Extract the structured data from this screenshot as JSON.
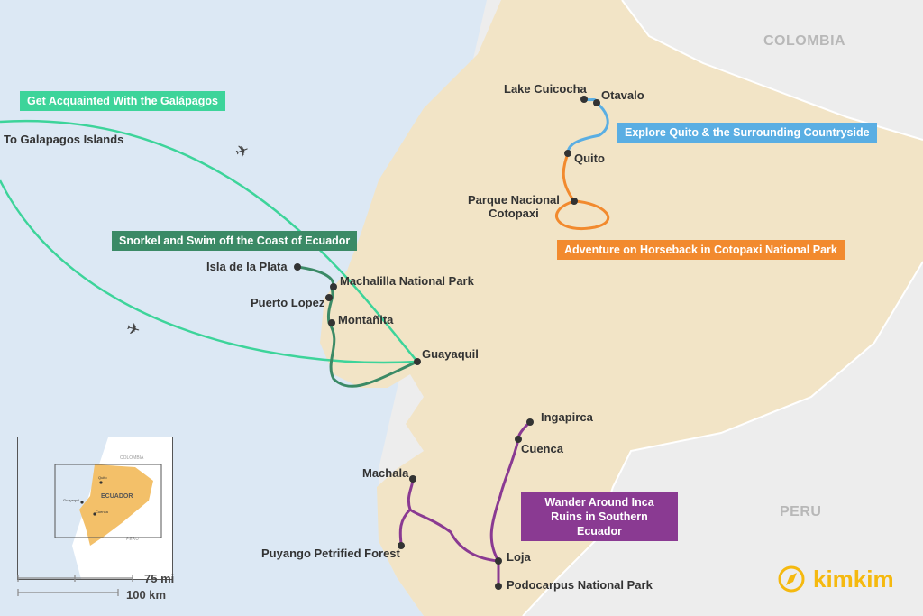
{
  "countries": {
    "colombia": "COLOMBIA",
    "peru": "PERU"
  },
  "places": {
    "lake_cuicocha": "Lake Cuicocha",
    "otavalo": "Otavalo",
    "quito": "Quito",
    "cotopaxi": "Parque Nacional\nCotopaxi",
    "galapagos": "To Galapagos Islands",
    "isla_plata": "Isla de la Plata",
    "machalilla": "Machalilla National Park",
    "puerto_lopez": "Puerto Lopez",
    "montanita": "Montañita",
    "guayaquil": "Guayaquil",
    "ingapirca": "Ingapirca",
    "cuenca": "Cuenca",
    "machala": "Machala",
    "puyango": "Puyango Petrified Forest",
    "loja": "Loja",
    "podocarpus": "Podocarpus National Park"
  },
  "routes": [
    {
      "label": "Get Acquainted With the Galápagos",
      "color": "#3dd49a"
    },
    {
      "label": "Snorkel and Swim off the Coast of Ecuador",
      "color": "#3b8a66"
    },
    {
      "label": "Explore Quito & the Surrounding Countryside",
      "color": "#5aaee3"
    },
    {
      "label": "Adventure on Horseback in Cotopaxi National Park",
      "color": "#f28a2e"
    },
    {
      "label": "Wander Around Inca Ruins in Southern Ecuador",
      "color": "#8a3a92"
    }
  ],
  "inset": {
    "colombia": "COLOMBIA",
    "peru": "PERU",
    "country": "ECUADOR",
    "quito": "Quito",
    "guayaquil": "Guayaquil",
    "cuenca": "Cuenca"
  },
  "scale": {
    "mi": "75 mi",
    "km": "100 km"
  },
  "logo": "kimkim"
}
